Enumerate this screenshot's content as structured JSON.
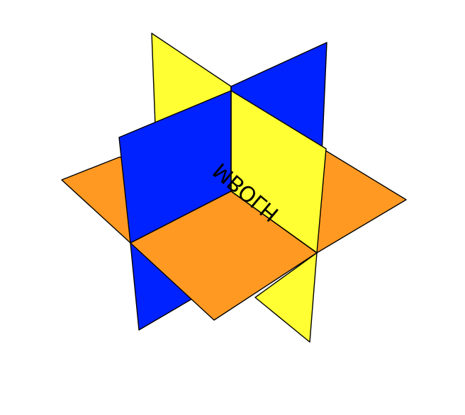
{
  "diagram": {
    "label": "MBOLH",
    "colors": {
      "blue": "#0022ff",
      "yellow": "#ffff33",
      "orange": "#ff9922",
      "edge": "#000000",
      "background": "#ffffff"
    },
    "planes": [
      {
        "name": "yellow-plane",
        "color": "yellow"
      },
      {
        "name": "blue-plane",
        "color": "blue"
      },
      {
        "name": "orange-plane",
        "color": "orange"
      }
    ]
  }
}
